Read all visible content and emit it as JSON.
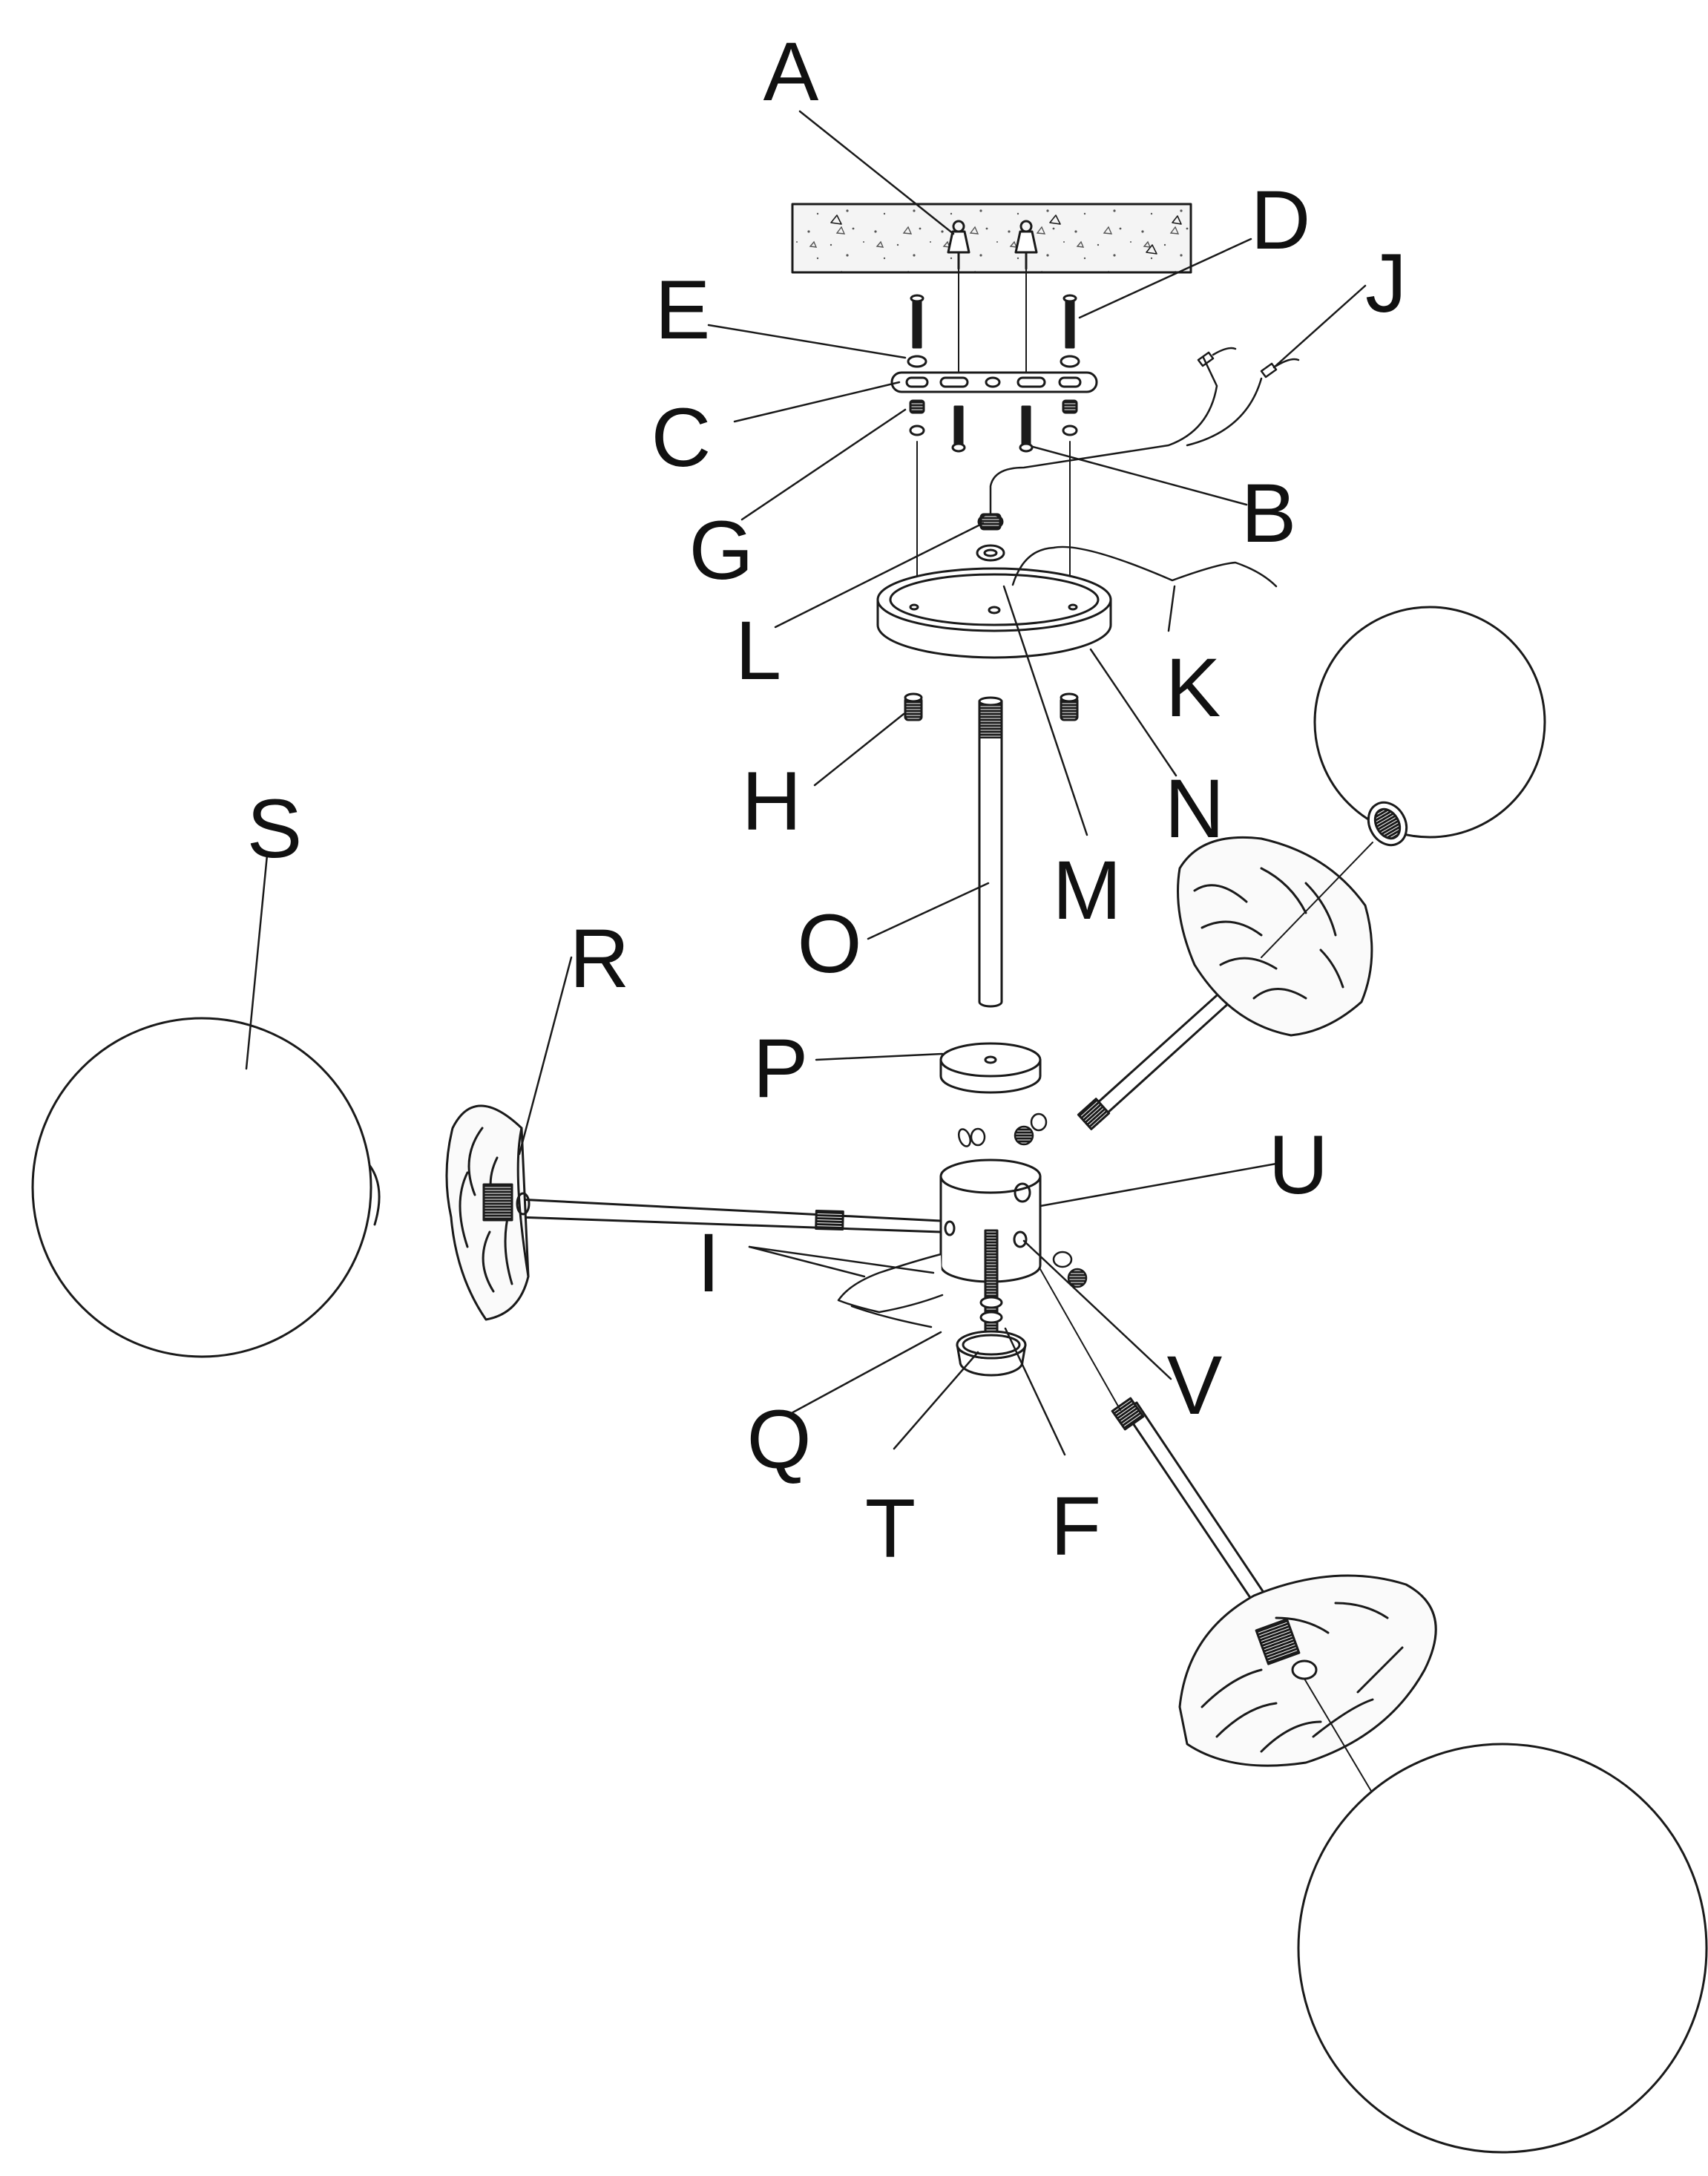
{
  "diagram": {
    "type": "exploded-assembly",
    "colors": {
      "stroke": "#1a1a1a",
      "fill": "#ffffff",
      "ceiling_fill": "#f4f4f4",
      "shade_fill": "#fafafa",
      "label": "#111111"
    },
    "labels": {
      "A": "A",
      "B": "B",
      "C": "C",
      "D": "D",
      "E": "E",
      "F": "F",
      "G": "G",
      "H": "H",
      "I": "I",
      "J": "J",
      "K": "K",
      "L": "L",
      "M": "M",
      "N": "N",
      "O": "O",
      "P": "P",
      "Q": "Q",
      "R": "R",
      "S": "S",
      "T": "T",
      "U": "U",
      "V": "V"
    }
  }
}
